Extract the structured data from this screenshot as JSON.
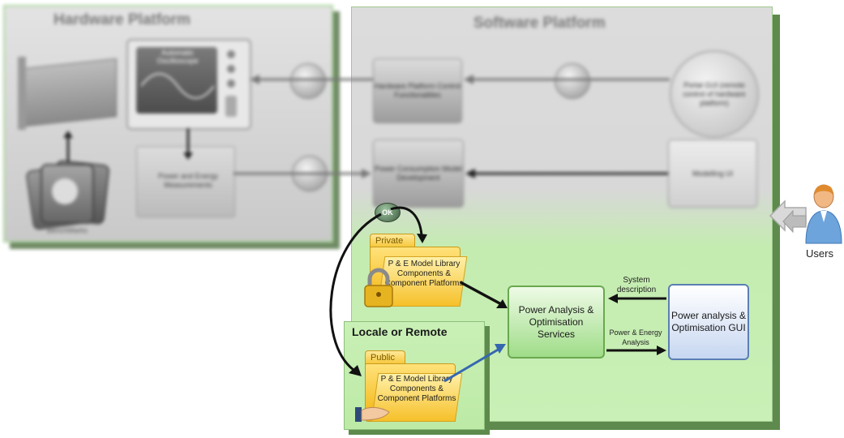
{
  "hardware": {
    "title": "Hardware Platform",
    "scope_title": "Automatic Oscilloscope",
    "measurements": "Power and Energy Measurements",
    "benchmarks": "BenchMarks"
  },
  "software": {
    "title": "Software Platform",
    "hw_control": "Hardware Platform Control Functionalities",
    "portal_gui": "Portal GUI (remote control of hardware platform)",
    "power_model": "Power Consumption Model Development",
    "modeling_ui": "Modelling UI",
    "ok_badge": "OK"
  },
  "library_private": {
    "tab": "Private",
    "text": "P & E Model Library Components & Component Platforms"
  },
  "locale": {
    "title": "Locale or Remote",
    "tab": "Public",
    "text": "P & E Model Library Components & Component Platforms"
  },
  "services": {
    "analysis": "Power Analysis & Optimisation Services",
    "gui": "Power analysis & Optimisation GUI",
    "sys_desc": "System description",
    "pe_analysis": "Power & Energy Analysis"
  },
  "users": {
    "label": "Users"
  },
  "colors": {
    "green_panel": "#c7f0b4",
    "gray_panel": "#d9d9d9",
    "service_border": "#6aa84f",
    "gui_border": "#5b7fb3",
    "arrow_blue": "#3567b0"
  }
}
